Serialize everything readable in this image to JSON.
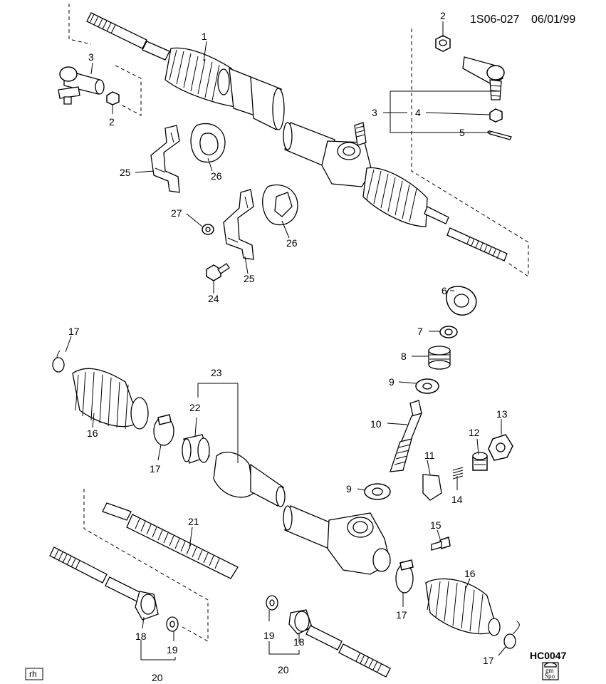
{
  "header": {
    "doc_ref": "1S06-027",
    "date": "06/01/99"
  },
  "footer": {
    "code": "HC0047",
    "tag": "rh",
    "logo_lines": [
      "gm",
      "Spo"
    ]
  },
  "callouts": {
    "c1": "1",
    "c2a": "2",
    "c2b": "2",
    "c3a": "3",
    "c3b": "3",
    "c4": "4",
    "c5": "5",
    "c6": "6",
    "c7": "7",
    "c8": "8",
    "c9a": "9",
    "c9b": "9",
    "c10": "10",
    "c11": "11",
    "c12": "12",
    "c13": "13",
    "c14": "14",
    "c15": "15",
    "c16a": "16",
    "c16b": "16",
    "c17a": "17",
    "c17b": "17",
    "c17c": "17",
    "c17d": "17",
    "c18a": "18",
    "c18b": "18",
    "c19a": "19",
    "c19b": "19",
    "c20a": "20",
    "c20b": "20",
    "c21": "21",
    "c22": "22",
    "c23": "23",
    "c24": "24",
    "c25a": "25",
    "c25b": "25",
    "c26a": "26",
    "c26b": "26",
    "c27": "27"
  }
}
